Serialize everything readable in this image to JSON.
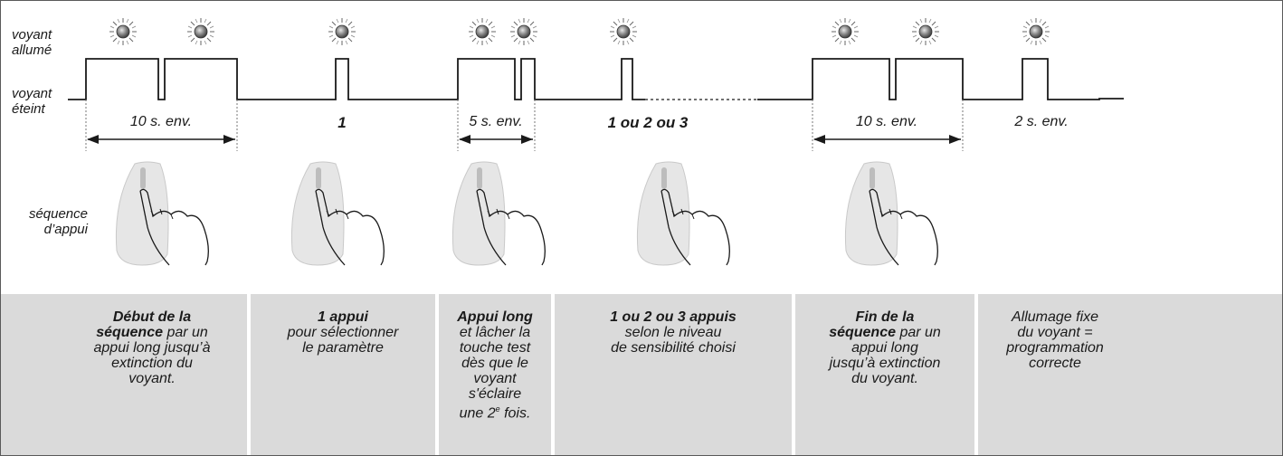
{
  "labels": {
    "on_line1": "voyant",
    "on_line2": "allumé",
    "off_line1": "voyant",
    "off_line2": "éteint",
    "press_line1": "séquence",
    "press_line2": "d’appui"
  },
  "durations": {
    "d1": "10 s. env.",
    "d2": "1",
    "d3": "5 s. env.",
    "d4": "1 ou 2 ou 3",
    "d5": "10 s. env.",
    "d6": "2 s. env."
  },
  "steps": [
    {
      "l1b": "Début de la",
      "l2b": "séquence",
      "l2": " par un",
      "l3": "appui long jusqu’à",
      "l4": "extinction du",
      "l5": "voyant."
    },
    {
      "l1b": "1 appui",
      "l2": "pour sélectionner",
      "l3": "le paramètre"
    },
    {
      "l1b": "Appui long",
      "l2": "et lâcher la",
      "l3": "touche test",
      "l4": "dès que le",
      "l5": "voyant",
      "l6": "s'éclaire",
      "l7a": "une 2",
      "l7sup": "e",
      "l7b": " fois."
    },
    {
      "l1b": "1 ou 2 ou 3 appuis",
      "l2": "selon le niveau",
      "l3": "de sensibilité choisi"
    },
    {
      "l1b": "Fin de la",
      "l2b": "séquence",
      "l2": " par un",
      "l3": "appui long",
      "l4": "jusqu’à extinction",
      "l5": "du voyant."
    },
    {
      "l1": "Allumage fixe",
      "l2": "du voyant =",
      "l3": "programmation",
      "l4": "correcte"
    }
  ],
  "colors": {
    "panel": "#dadada",
    "line": "#1a1a1a",
    "led": "#8a8a8a"
  },
  "icons": [
    "led-icon",
    "double-arrow-icon",
    "finger-press-icon"
  ]
}
